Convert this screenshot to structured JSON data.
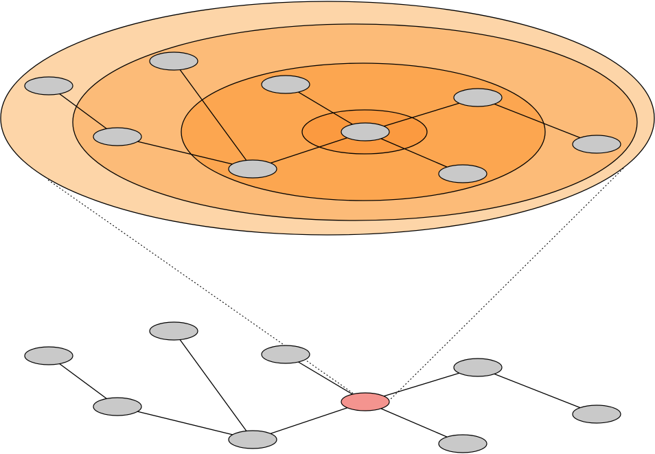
{
  "colors": {
    "background": "#ffffff",
    "ring_outer": "#fdd5a8",
    "ring_2": "#fcbb78",
    "ring_3": "#fca650",
    "ring_core": "#fb9a40",
    "node_fill": "#c9c9c9",
    "focus_node_fill": "#f4948f",
    "stroke": "#000000"
  },
  "diagram": {
    "type": "graph-neighborhood-zoom",
    "rings": 4,
    "upper_graph": {
      "nodes": [
        "n1",
        "n2",
        "n3",
        "n4",
        "n5",
        "n6",
        "n7",
        "n8",
        "n9"
      ],
      "edges": [
        [
          "n1",
          "n3"
        ],
        [
          "n3",
          "n6"
        ],
        [
          "n2",
          "n6"
        ],
        [
          "n6",
          "c"
        ],
        [
          "n4",
          "c"
        ],
        [
          "c",
          "n5"
        ],
        [
          "c",
          "n7"
        ],
        [
          "n5",
          "n9"
        ]
      ],
      "center": "c"
    },
    "lower_graph": {
      "nodes": [
        "n1",
        "n2",
        "n3",
        "n4",
        "n5",
        "n6",
        "n7",
        "n8",
        "n9"
      ],
      "edges": [
        [
          "n1",
          "n3"
        ],
        [
          "n3",
          "n6"
        ],
        [
          "n2",
          "n6"
        ],
        [
          "n6",
          "c"
        ],
        [
          "n4",
          "c"
        ],
        [
          "c",
          "n5"
        ],
        [
          "c",
          "n7"
        ],
        [
          "n5",
          "n9"
        ]
      ],
      "focus_node": "c"
    }
  }
}
